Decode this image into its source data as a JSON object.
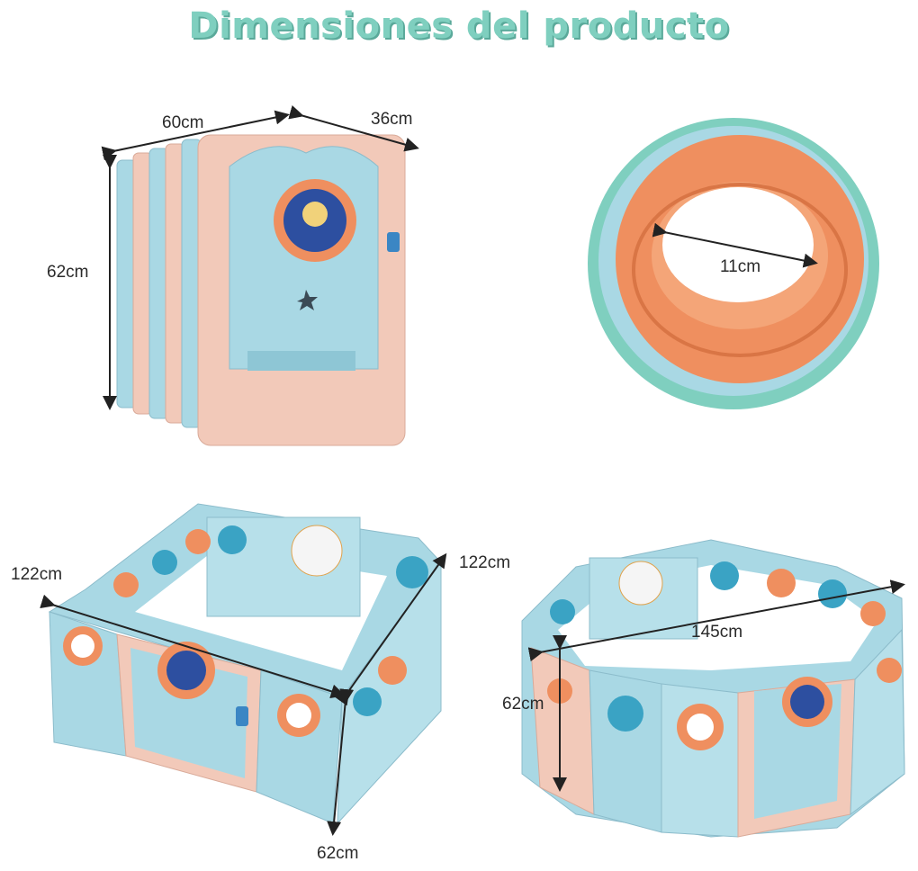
{
  "title": "Dimensiones del producto",
  "folded": {
    "width": "60cm",
    "depth": "36cm",
    "height": "62cm"
  },
  "ring": {
    "diameter": "11cm"
  },
  "square": {
    "left_side": "122cm",
    "right_side": "122cm",
    "height": "62cm"
  },
  "octagon": {
    "diameter": "145cm",
    "height": "62cm"
  },
  "colors": {
    "blue": "#a9d8e4",
    "pink": "#f2c9b9",
    "orange": "#ef8f5f",
    "title": "#7fcfbf"
  }
}
